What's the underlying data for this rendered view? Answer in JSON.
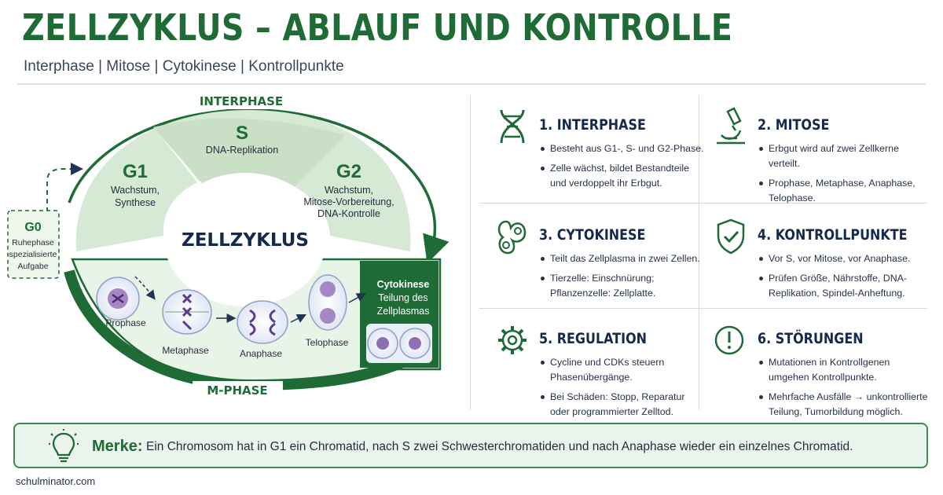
{
  "header": {
    "title": "ZELLZYKLUS – ABLAUF UND KONTROLLE",
    "subtitle": "Interphase | Mitose | Cytokinese | Kontrollpunkte"
  },
  "cycle": {
    "center": "ZELLZYKLUS",
    "interphase_label": "INTERPHASE",
    "mphase_label": "M-PHASE",
    "g1": {
      "title": "G1",
      "line1": "Wachstum,",
      "line2": "Synthese"
    },
    "s": {
      "title": "S",
      "line1": "DNA-Replikation"
    },
    "g2": {
      "title": "G2",
      "line1": "Wachstum,",
      "line2": "Mitose-Vorbereitung,",
      "line3": "DNA-Kontrolle"
    },
    "g0": {
      "title": "G0",
      "line1": "Ruhephase",
      "line2": "spezialisierte",
      "line3": "Aufgabe"
    },
    "stages": [
      "Prophase",
      "Metaphase",
      "Anaphase",
      "Telophase"
    ],
    "cytokinese": {
      "title": "Cytokinese",
      "line1": "Teilung des",
      "line2": "Zellplasmas"
    }
  },
  "cards": [
    {
      "title": "1. INTERPHASE",
      "icon": "dna-icon",
      "bullets": [
        [
          "Besteht aus G1-, S- und G2-Phase."
        ],
        [
          "Zelle wächst, bildet Bestandteile",
          "und verdoppelt ihr Erbgut."
        ]
      ]
    },
    {
      "title": "2. MITOSE",
      "icon": "microscope-icon",
      "bullets": [
        [
          "Erbgut wird auf zwei Zellkerne verteilt."
        ],
        [
          "Prophase, Metaphase, Anaphase,",
          "Telophase."
        ]
      ]
    },
    {
      "title": "3. CYTOKINESE",
      "icon": "dividing-cell-icon",
      "bullets": [
        [
          "Teilt das Zellplasma in zwei Zellen."
        ],
        [
          "Tierzelle: Einschnürung;",
          "Pflanzenzelle: Zellplatte."
        ]
      ]
    },
    {
      "title": "4. KONTROLLPUNKTE",
      "icon": "shield-check-icon",
      "bullets": [
        [
          "Vor S, vor Mitose, vor Anaphase."
        ],
        [
          "Prüfen Größe, Nährstoffe, DNA-",
          "Replikation, Spindel-Anheftung."
        ]
      ]
    },
    {
      "title": "5. REGULATION",
      "icon": "gear-icon",
      "bullets": [
        [
          "Cycline und CDKs steuern",
          "Phasenübergänge."
        ],
        [
          "Bei Schäden: Stopp, Reparatur",
          "oder programmierter Zelltod."
        ]
      ]
    },
    {
      "title": "6. STÖRUNGEN",
      "icon": "warning-icon",
      "bullets": [
        [
          "Mutationen in Kontrollgenen",
          "umgehen Kontrollpunkte."
        ],
        [
          "Mehrfache Ausfälle → unkontrollierte",
          "Teilung, Tumorbildung möglich."
        ]
      ]
    }
  ],
  "merke": {
    "label": "Merke:",
    "text": "Ein Chromosom hat in G1 ein Chromatid, nach S zwei Schwesterchromatiden und nach Anaphase wieder ein einzelnes Chromatid."
  },
  "footer": "schulminator.com",
  "colors": {
    "green_dark": "#1e6b36",
    "green_light": "#d6e9d4",
    "navy": "#15294a"
  }
}
